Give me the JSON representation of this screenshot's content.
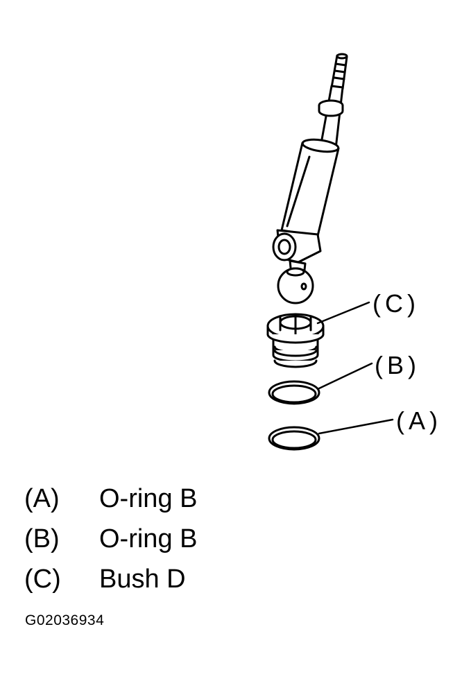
{
  "callouts": {
    "c": "(C)",
    "b": "(B)",
    "a": "(A)"
  },
  "legend": [
    {
      "key": "(A)",
      "text": "O-ring B"
    },
    {
      "key": "(B)",
      "text": "O-ring B"
    },
    {
      "key": "(C)",
      "text": "Bush D"
    }
  ],
  "figure_code": "G02036934"
}
